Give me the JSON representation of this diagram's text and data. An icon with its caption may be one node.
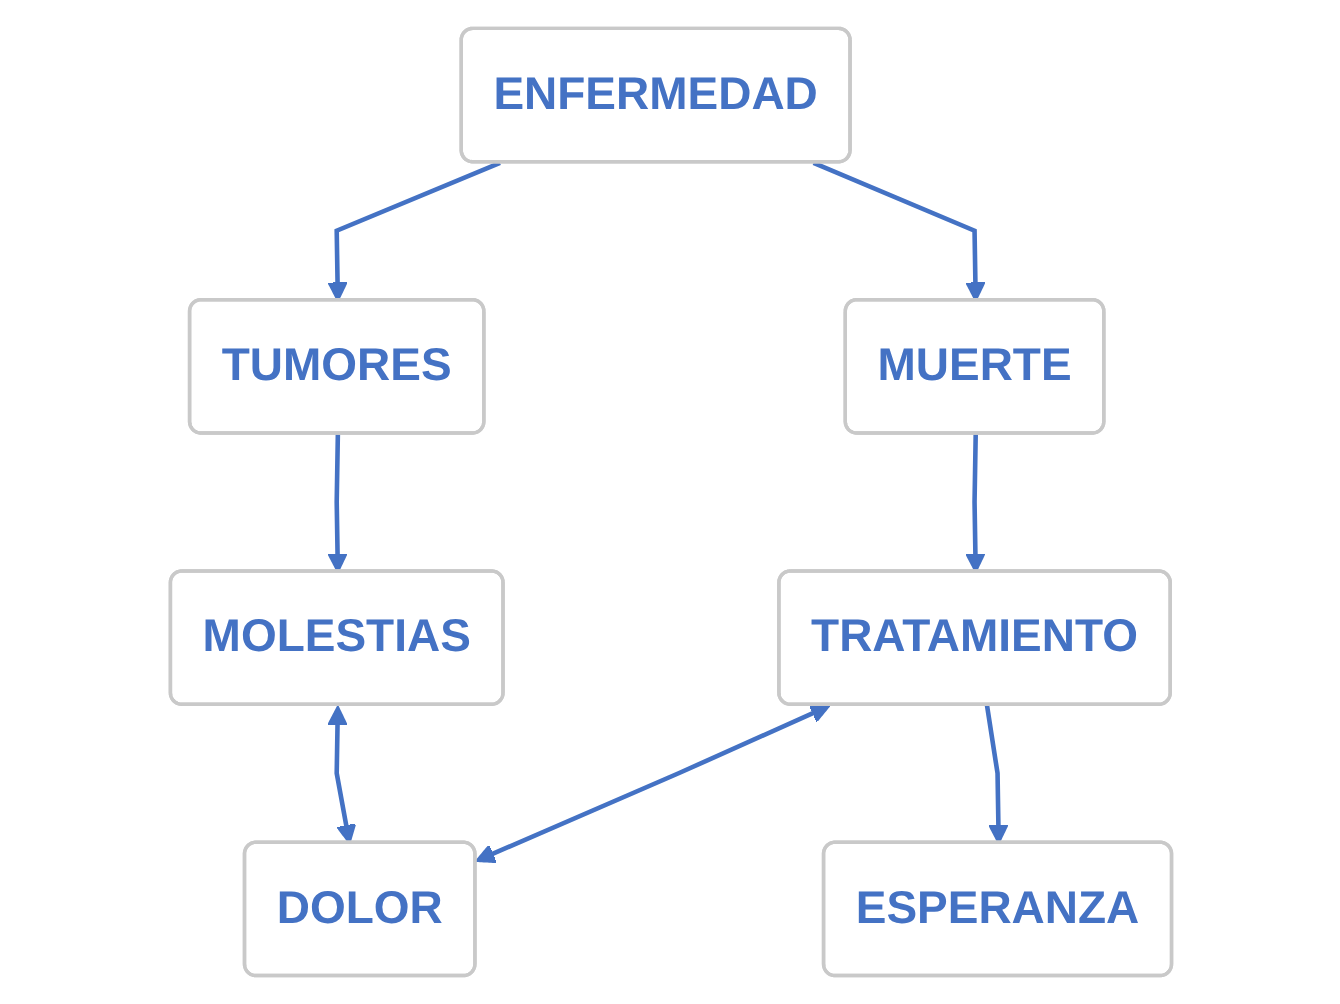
{
  "diagram": {
    "nodes": [
      {
        "text": [
          "ENFERMEDAD"
        ]
      },
      {
        "text": [
          "TUMORES"
        ]
      },
      {
        "text": [
          "MUERTE"
        ]
      },
      {
        "text": [
          "MOLESTIAS"
        ]
      },
      {
        "text": [
          "TRATAMIENTO"
        ]
      },
      {
        "text": [
          "DOLOR"
        ]
      },
      {
        "text": [
          "ESPERANZA"
        ]
      }
    ],
    "edges": [
      {
        "from": 0,
        "to": 1,
        "arrow": "to"
      },
      {
        "from": 0,
        "to": 2,
        "arrow": "to"
      },
      {
        "from": 1,
        "to": 3,
        "arrow": "to"
      },
      {
        "from": 2,
        "to": 4,
        "arrow": "to"
      },
      {
        "from": 3,
        "to": 5,
        "arrow": "both"
      },
      {
        "from": 4,
        "to": 5,
        "arrow": "both"
      },
      {
        "from": 4,
        "to": 6,
        "arrow": "to"
      }
    ]
  }
}
